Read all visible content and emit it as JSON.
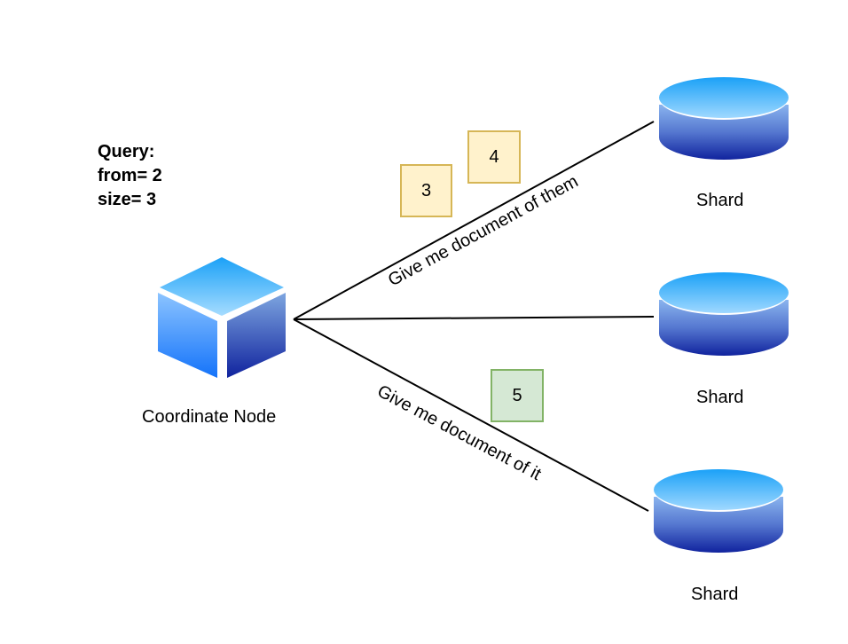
{
  "query": {
    "title": "Query:",
    "from": "from= 2",
    "size": "size= 3"
  },
  "coordinate_node": {
    "label": "Coordinate Node",
    "icon": "cube-icon"
  },
  "shards": [
    {
      "label": "Shard",
      "icon": "database-icon"
    },
    {
      "label": "Shard",
      "icon": "database-icon"
    },
    {
      "label": "Shard",
      "icon": "database-icon"
    }
  ],
  "edges": [
    {
      "from": "coordinate_node",
      "to": "shard-1",
      "label": "Give me document of them"
    },
    {
      "from": "coordinate_node",
      "to": "shard-2",
      "label": ""
    },
    {
      "from": "coordinate_node",
      "to": "shard-3",
      "label": "Give me document of it"
    }
  ],
  "documents": [
    {
      "value": "3",
      "color": "yellow",
      "fill": "#fff2cc",
      "stroke": "#d6b656"
    },
    {
      "value": "4",
      "color": "yellow",
      "fill": "#fff2cc",
      "stroke": "#d6b656"
    },
    {
      "value": "5",
      "color": "green",
      "fill": "#d5e8d4",
      "stroke": "#82b366"
    }
  ],
  "colors": {
    "icon_light": "#1ba1f7",
    "icon_mid": "#7ea6e0",
    "icon_dark": "#10239e"
  }
}
